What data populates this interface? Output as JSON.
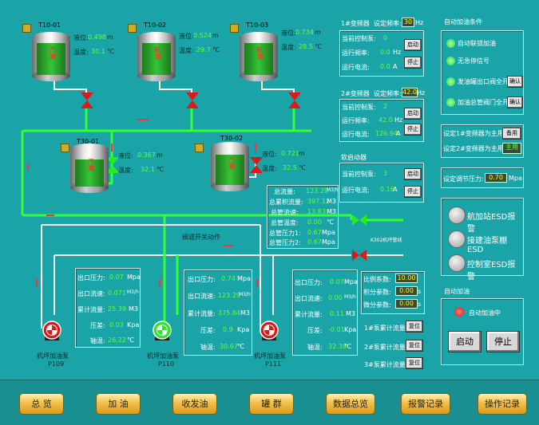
{
  "tanks": [
    {
      "id": "T10-01",
      "level": "0.498",
      "temp": "30.1",
      "tag": "汽油"
    },
    {
      "id": "T10-02",
      "level": "0.524",
      "temp": "29.7",
      "tag": "航油"
    },
    {
      "id": "T10-03",
      "level": "0.734",
      "temp": "28.5",
      "tag": "航油"
    },
    {
      "id": "T30-01",
      "level": "0.367",
      "temp": "32.1",
      "tag": "汽油"
    },
    {
      "id": "T30-02",
      "level": "0.721",
      "temp": "32.5",
      "tag": "汽油"
    }
  ],
  "labels": {
    "level": "液位:",
    "temp": "温度:",
    "unit_m": "m",
    "unit_c": "℃",
    "freq_set": "设定频率:",
    "cur_ctrl": "当前控制泵:",
    "run_freq": "运行频率:",
    "run_cur": "运行电流:",
    "unit_hz": "Hz",
    "unit_a": "A",
    "start": "启动",
    "stop": "停止",
    "total_flow": "总流量:",
    "total_acc": "总累积流量:",
    "main_flow": "总管流速:",
    "main_temp": "总管温度:",
    "main_p1": "总管压力1:",
    "main_p2": "总管压力2:",
    "out_press": "出口压力:",
    "out_flow": "出口流速:",
    "acc_flow": "累计流量:",
    "press": "压差:",
    "axle_temp": "轴温:",
    "unit_mpa": "Mpa",
    "unit_m3h": "M3/h",
    "unit_m3": "M3",
    "unit_kpa": "Kpa"
  },
  "vfd1": {
    "title": "1#变频器",
    "freq_set": "30",
    "ctrl": "0",
    "freq": "0.0",
    "cur": "0.0"
  },
  "vfd2": {
    "title": "2#变频器",
    "freq_set": "42.0",
    "ctrl": "2",
    "freq": "42.0",
    "cur": "126.94"
  },
  "soft": {
    "title": "软启动器",
    "ctrl": "3",
    "cur": "0.16"
  },
  "main_pipe": {
    "total_flow": "123.29",
    "total_acc": "397.12",
    "flow": "13.83",
    "temp": "0.00",
    "p1": "0.67",
    "p2": "0.67"
  },
  "pipe_texts": {
    "valve_note": "阀滤开关动作",
    "cut_valve": "K302机坪管线"
  },
  "pumps": [
    {
      "name": "机坪加油泵",
      "id": "P109",
      "out_press": "0.07",
      "out_flow": "0.071",
      "acc": "25.39",
      "dp": "0.03",
      "temp": "26.22",
      "color": "#e01818"
    },
    {
      "name": "机坪加油泵",
      "id": "P110",
      "out_press": "0.74",
      "out_flow": "123.29",
      "acc": "375.84",
      "dp": "0.9",
      "temp": "30.67",
      "color": "#22ee22"
    },
    {
      "name": "机坪加油泵",
      "id": "P111",
      "out_press": "0.07",
      "out_flow": "0.00",
      "acc": "0.11",
      "dp": "-0.01",
      "temp": "32.38",
      "color": "#e01818"
    }
  ],
  "pid": {
    "p_label": "比例系数:",
    "i_label": "积分参数:",
    "d_label": "微分参数:",
    "p": "10.00",
    "i": "0.00",
    "d": "0.00",
    "unit": "s"
  },
  "acc_reset": {
    "p1": "1#泵累计流量:",
    "p2": "2#泵累计流量:",
    "p3": "3#泵累计流量:",
    "reset": "复位"
  },
  "auto_cond": {
    "title": "自动加油条件",
    "items": [
      "自动联锁加油",
      "无急停信号",
      "发油罐出口阀全开",
      "加油总管阀门全开"
    ],
    "confirm": "确认"
  },
  "main_set": {
    "set1": "设定1#变频器为主用:",
    "set2": "设定2#变频器为主用:",
    "btn1": "备用",
    "btn2": "主用",
    "press_label": "设定调节压力:",
    "press": "0.70",
    "press_unit": "Mpa"
  },
  "esd": [
    "航加站ESD报警",
    "接建油泵棚ESD",
    "控制室ESD报警"
  ],
  "auto_fuel": {
    "title": "自动加油",
    "status": "自动加油中",
    "start": "启动",
    "stop": "停止"
  },
  "nav": [
    "总 览",
    "加 油",
    "收发油",
    "罐 群",
    "数据总览",
    "报警记录",
    "操作记录"
  ]
}
